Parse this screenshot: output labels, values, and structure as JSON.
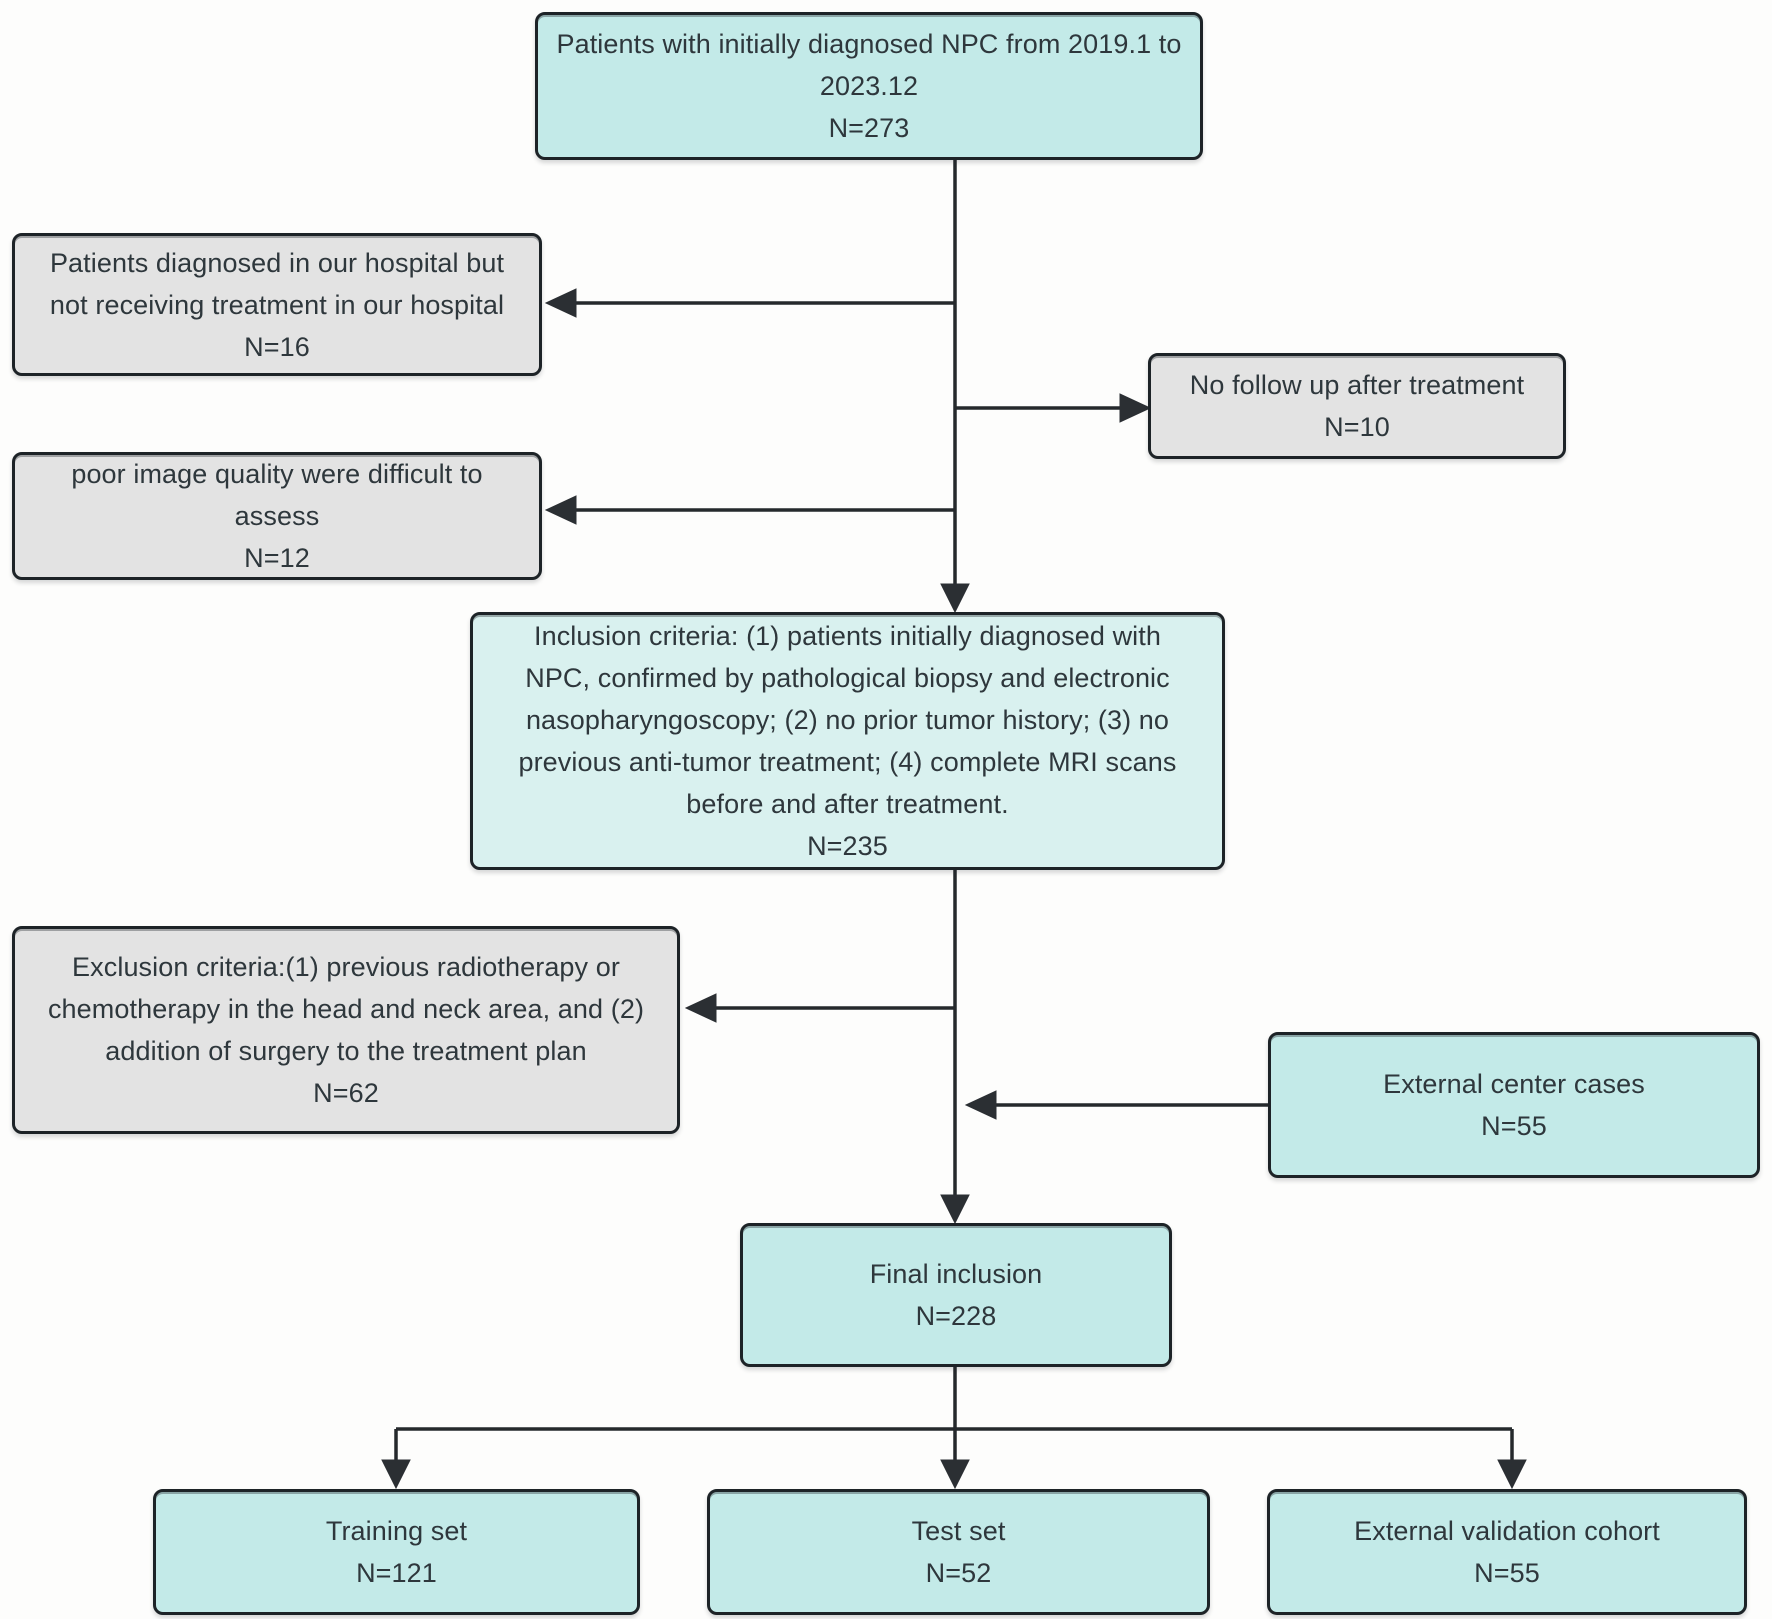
{
  "figure": {
    "title": "Patient inclusion flowchart",
    "colors": {
      "cyan_fill": "#c3eae8",
      "cyan_fill_light": "#d9f1ef",
      "gray_fill": "#e3e3e3",
      "border": "#1d2327",
      "line": "#25292c",
      "text": "#2e373c"
    }
  },
  "boxes": {
    "source": {
      "text": "Patients with initially diagnosed NPC from 2019.1 to\n2023.12\nN=273"
    },
    "not_treated": {
      "text": "Patients diagnosed in our hospital but\nnot receiving treatment in our hospital\nN=16"
    },
    "no_followup": {
      "text": "No follow up after treatment\nN=10"
    },
    "poor_quality": {
      "text": "poor image quality were difficult to\nassess\nN=12"
    },
    "inclusion": {
      "text": "Inclusion criteria: (1) patients initially diagnosed with\nNPC, confirmed by pathological biopsy and electronic\nnasopharyngoscopy; (2) no prior tumor history; (3) no\nprevious anti-tumor treatment; (4) complete MRI scans\nbefore and after treatment.\nN=235"
    },
    "exclusion": {
      "text": "Exclusion criteria:(1) previous radiotherapy or\nchemotherapy in the head and neck area, and (2)\naddition of surgery to the treatment plan\nN=62"
    },
    "external_cases": {
      "text": "External center cases\nN=55"
    },
    "final": {
      "text": "Final inclusion\nN=228"
    },
    "training": {
      "text": "Training set\nN=121"
    },
    "test": {
      "text": "Test set\nN=52"
    },
    "external_validation": {
      "text": "External validation cohort\nN=55"
    }
  }
}
